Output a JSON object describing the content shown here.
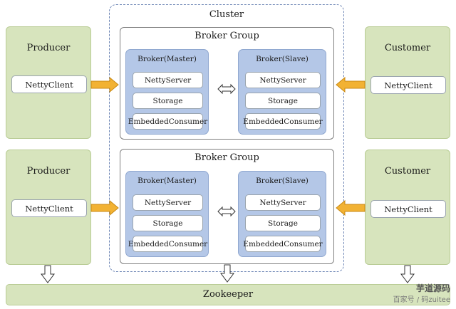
{
  "cluster": {
    "title": "Cluster"
  },
  "broker_groups": [
    {
      "title": "Broker Group",
      "master": {
        "title": "Broker(Master)",
        "items": [
          "NettyServer",
          "Storage",
          "EmbeddedConsumer"
        ]
      },
      "slave": {
        "title": "Broker(Slave)",
        "items": [
          "NettyServer",
          "Storage",
          "EmbeddedConsumer"
        ]
      }
    },
    {
      "title": "Broker Group",
      "master": {
        "title": "Broker(Master)",
        "items": [
          "NettyServer",
          "Storage",
          "EmbeddedConsumer"
        ]
      },
      "slave": {
        "title": "Broker(Slave)",
        "items": [
          "NettyServer",
          "Storage",
          "EmbeddedConsumer"
        ]
      }
    }
  ],
  "producers": [
    {
      "title": "Producer",
      "client": "NettyClient"
    },
    {
      "title": "Producer",
      "client": "NettyClient"
    }
  ],
  "customers": [
    {
      "title": "Customer",
      "client": "NettyClient"
    },
    {
      "title": "Customer",
      "client": "NettyClient"
    }
  ],
  "zookeeper": {
    "label": "Zookeeper"
  },
  "watermark": {
    "label": "芋道源码",
    "sub": "百家号 / 码zuitee"
  },
  "colors": {
    "green_panel": "#d7e4bd",
    "broker_blue": "#b4c7e7",
    "arrow_yellow": "#f2b233",
    "cluster_border": "#6f87b6"
  }
}
